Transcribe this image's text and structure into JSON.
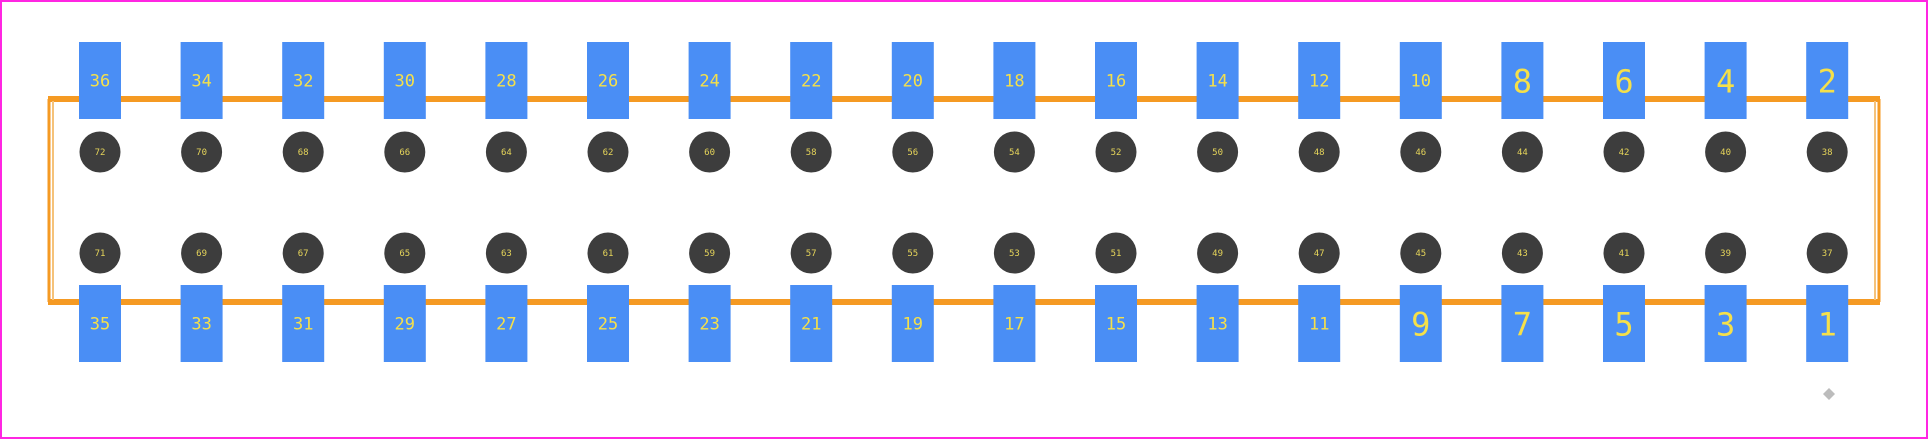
{
  "colors": {
    "background": "#ffffff",
    "frame": "#ff26e2",
    "silkscreen": "#f59a23",
    "silkscreen_light": "#f5c27a",
    "smd_pad": "#4a8ef5",
    "drill_hole": "#3d3d3d",
    "pad_label": "#f5e04a",
    "hole_label": "#e6d55a",
    "origin_marker": "#bcbcbc"
  },
  "pads": {
    "top_row": [
      "36",
      "34",
      "32",
      "30",
      "28",
      "26",
      "24",
      "22",
      "20",
      "18",
      "16",
      "14",
      "12",
      "10",
      "8",
      "6",
      "4",
      "2"
    ],
    "bottom_row": [
      "35",
      "33",
      "31",
      "29",
      "27",
      "25",
      "23",
      "21",
      "19",
      "17",
      "15",
      "13",
      "11",
      "9",
      "7",
      "5",
      "3",
      "1"
    ]
  },
  "holes": {
    "upper_row": [
      "72",
      "70",
      "68",
      "66",
      "64",
      "62",
      "60",
      "58",
      "56",
      "54",
      "52",
      "50",
      "48",
      "46",
      "44",
      "42",
      "40",
      "38"
    ],
    "lower_row": [
      "71",
      "69",
      "67",
      "65",
      "63",
      "61",
      "59",
      "57",
      "55",
      "53",
      "51",
      "49",
      "47",
      "45",
      "43",
      "41",
      "39",
      "37"
    ]
  },
  "origin_marker": {
    "icon": "diamond-icon"
  }
}
